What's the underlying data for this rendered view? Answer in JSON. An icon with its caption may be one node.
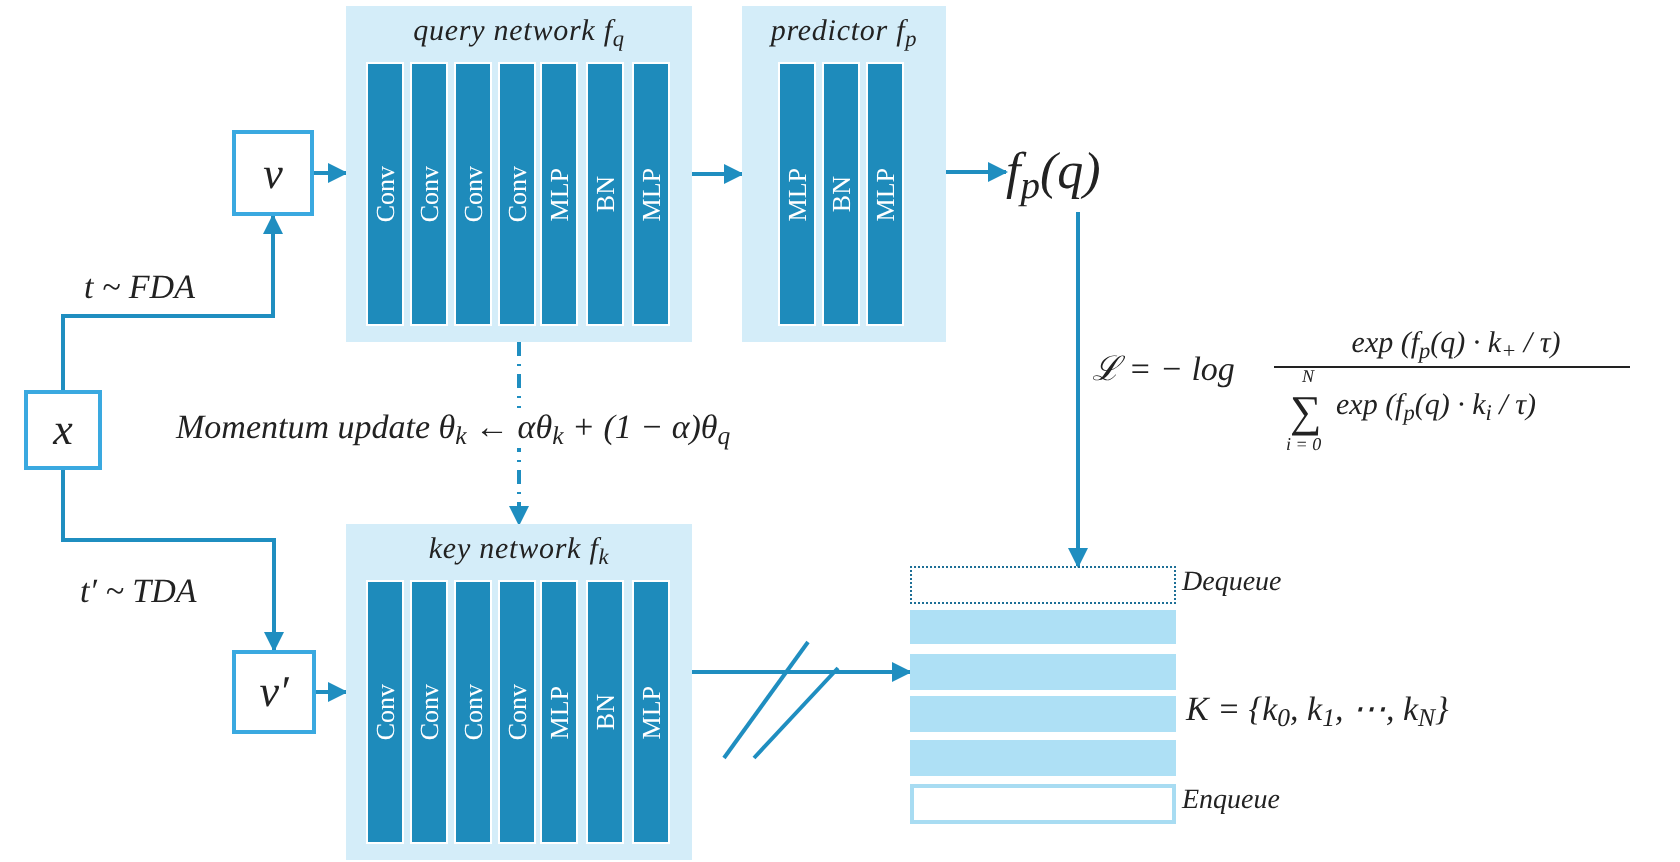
{
  "diagram": {
    "nodes": [
      {
        "text": [
          "x"
        ]
      },
      {
        "text": [
          "v"
        ]
      },
      {
        "text": [
          "v′"
        ]
      },
      {
        "text": [
          "query network f$_{q}$"
        ]
      },
      {
        "text": [
          "Conv"
        ],
        "in": 3
      },
      {
        "text": [
          "Conv"
        ],
        "in": 3
      },
      {
        "text": [
          "Conv"
        ],
        "in": 3
      },
      {
        "text": [
          "Conv"
        ],
        "in": 3
      },
      {
        "text": [
          "MLP"
        ],
        "in": 3
      },
      {
        "text": [
          "BN"
        ],
        "in": 3
      },
      {
        "text": [
          "MLP"
        ],
        "in": 3
      },
      {
        "text": [
          "predictor f$_{p}$"
        ]
      },
      {
        "text": [
          "MLP"
        ],
        "in": 11
      },
      {
        "text": [
          "BN"
        ],
        "in": 11
      },
      {
        "text": [
          "MLP"
        ],
        "in": 11
      },
      {
        "text": [
          "key network f$_{k}$"
        ]
      },
      {
        "text": [
          "Conv"
        ],
        "in": 15
      },
      {
        "text": [
          "Conv"
        ],
        "in": 15
      },
      {
        "text": [
          "Conv"
        ],
        "in": 15
      },
      {
        "text": [
          "Conv"
        ],
        "in": 15
      },
      {
        "text": [
          "MLP"
        ],
        "in": 15
      },
      {
        "text": [
          "BN"
        ],
        "in": 15
      },
      {
        "text": [
          "MLP"
        ],
        "in": 15
      },
      {
        "text": [
          "f$_{p}$(q)"
        ]
      },
      {
        "text": [],
        "shape": "bar",
        "beside": [
          "Dequeue"
        ]
      },
      {
        "text": [],
        "shape": "bar"
      },
      {
        "text": [],
        "shape": "bar"
      },
      {
        "text": [],
        "shape": "bar"
      },
      {
        "text": [],
        "shape": "bar"
      },
      {
        "text": [],
        "shape": "bar",
        "beside": [
          "Enqueue"
        ]
      }
    ],
    "edges": [
      {
        "from": 0,
        "to": 1,
        "arrow": "to",
        "label": "t ~ FDA"
      },
      {
        "from": 0,
        "to": 2,
        "arrow": "to",
        "label": "t′ ~ TDA"
      },
      {
        "from": 1,
        "to": 3,
        "arrow": "to"
      },
      {
        "from": 2,
        "to": 15,
        "arrow": "to"
      },
      {
        "from": 3,
        "to": 11,
        "arrow": "to"
      },
      {
        "from": 11,
        "to": 23,
        "arrow": "to"
      },
      {
        "from": 3,
        "to": 15,
        "arrow": "to",
        "style": "dashed",
        "label": "Momentum update θ$_{k}$ ← αθ$_{k}$ + (1 − α)θ$_{q}$"
      },
      {
        "from": 23,
        "to": 24,
        "arrow": "to"
      },
      {
        "from": 15,
        "to": 26,
        "arrow": "to"
      }
    ],
    "labels": [
      "ℒ = − log",
      "exp (f$_{p}$(q) · k$_{+}$ / τ)",
      "N",
      "∑",
      "i = 0",
      "exp (f$_{p}$(q) · k$_{i}$ / τ)",
      "K = {k$_{0}$, k$_{1}$, ⋯, k$_{N}$}"
    ]
  }
}
